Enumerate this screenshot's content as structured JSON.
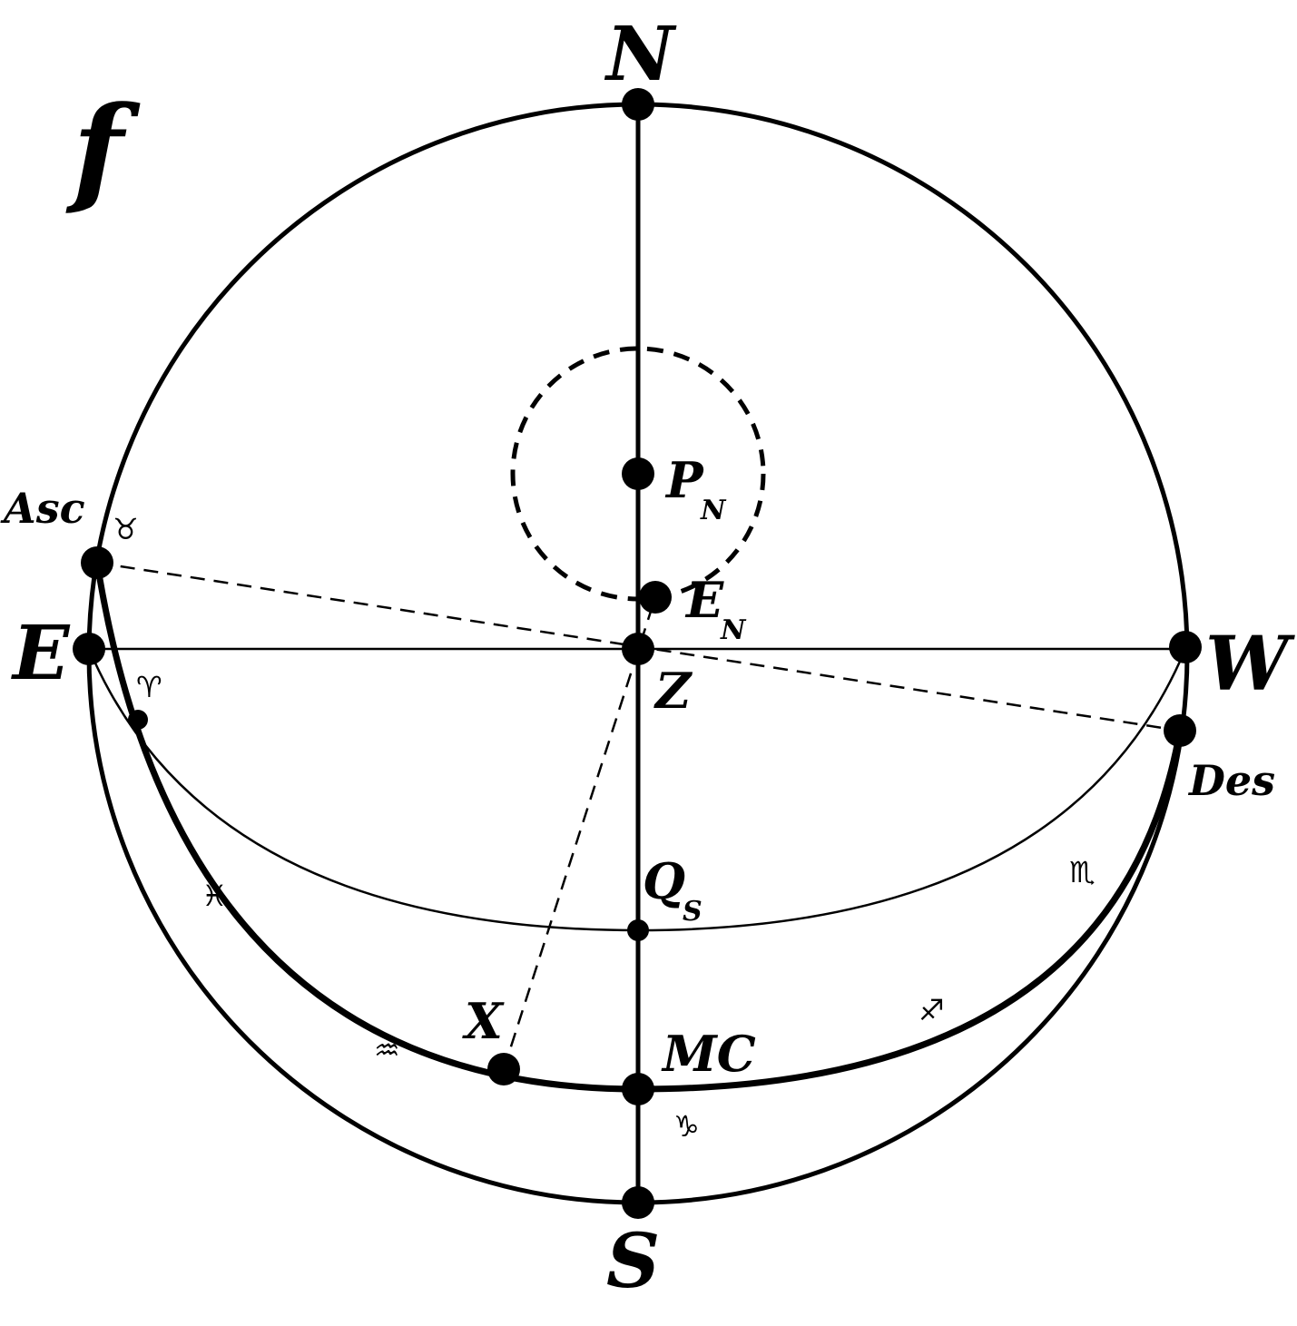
{
  "figure_tag": "f",
  "compass": {
    "north": "N",
    "south": "S",
    "east": "E",
    "west": "W"
  },
  "points": {
    "zenith": "Z",
    "pole": {
      "main": "P",
      "sub": "N"
    },
    "ecliptic_pole": {
      "main": "E",
      "sub": "N"
    },
    "equator_point": {
      "main": "Q",
      "sub": "S"
    },
    "midheaven": "MC",
    "ascendant": "Asc",
    "descendant": "Des",
    "x_point": "X"
  },
  "zodiac": {
    "taurus": "♉",
    "aries": "♈",
    "pisces": "♓",
    "aquarius": "♒",
    "capricorn": "♑",
    "sagittarius": "♐",
    "scorpio": "♏"
  }
}
